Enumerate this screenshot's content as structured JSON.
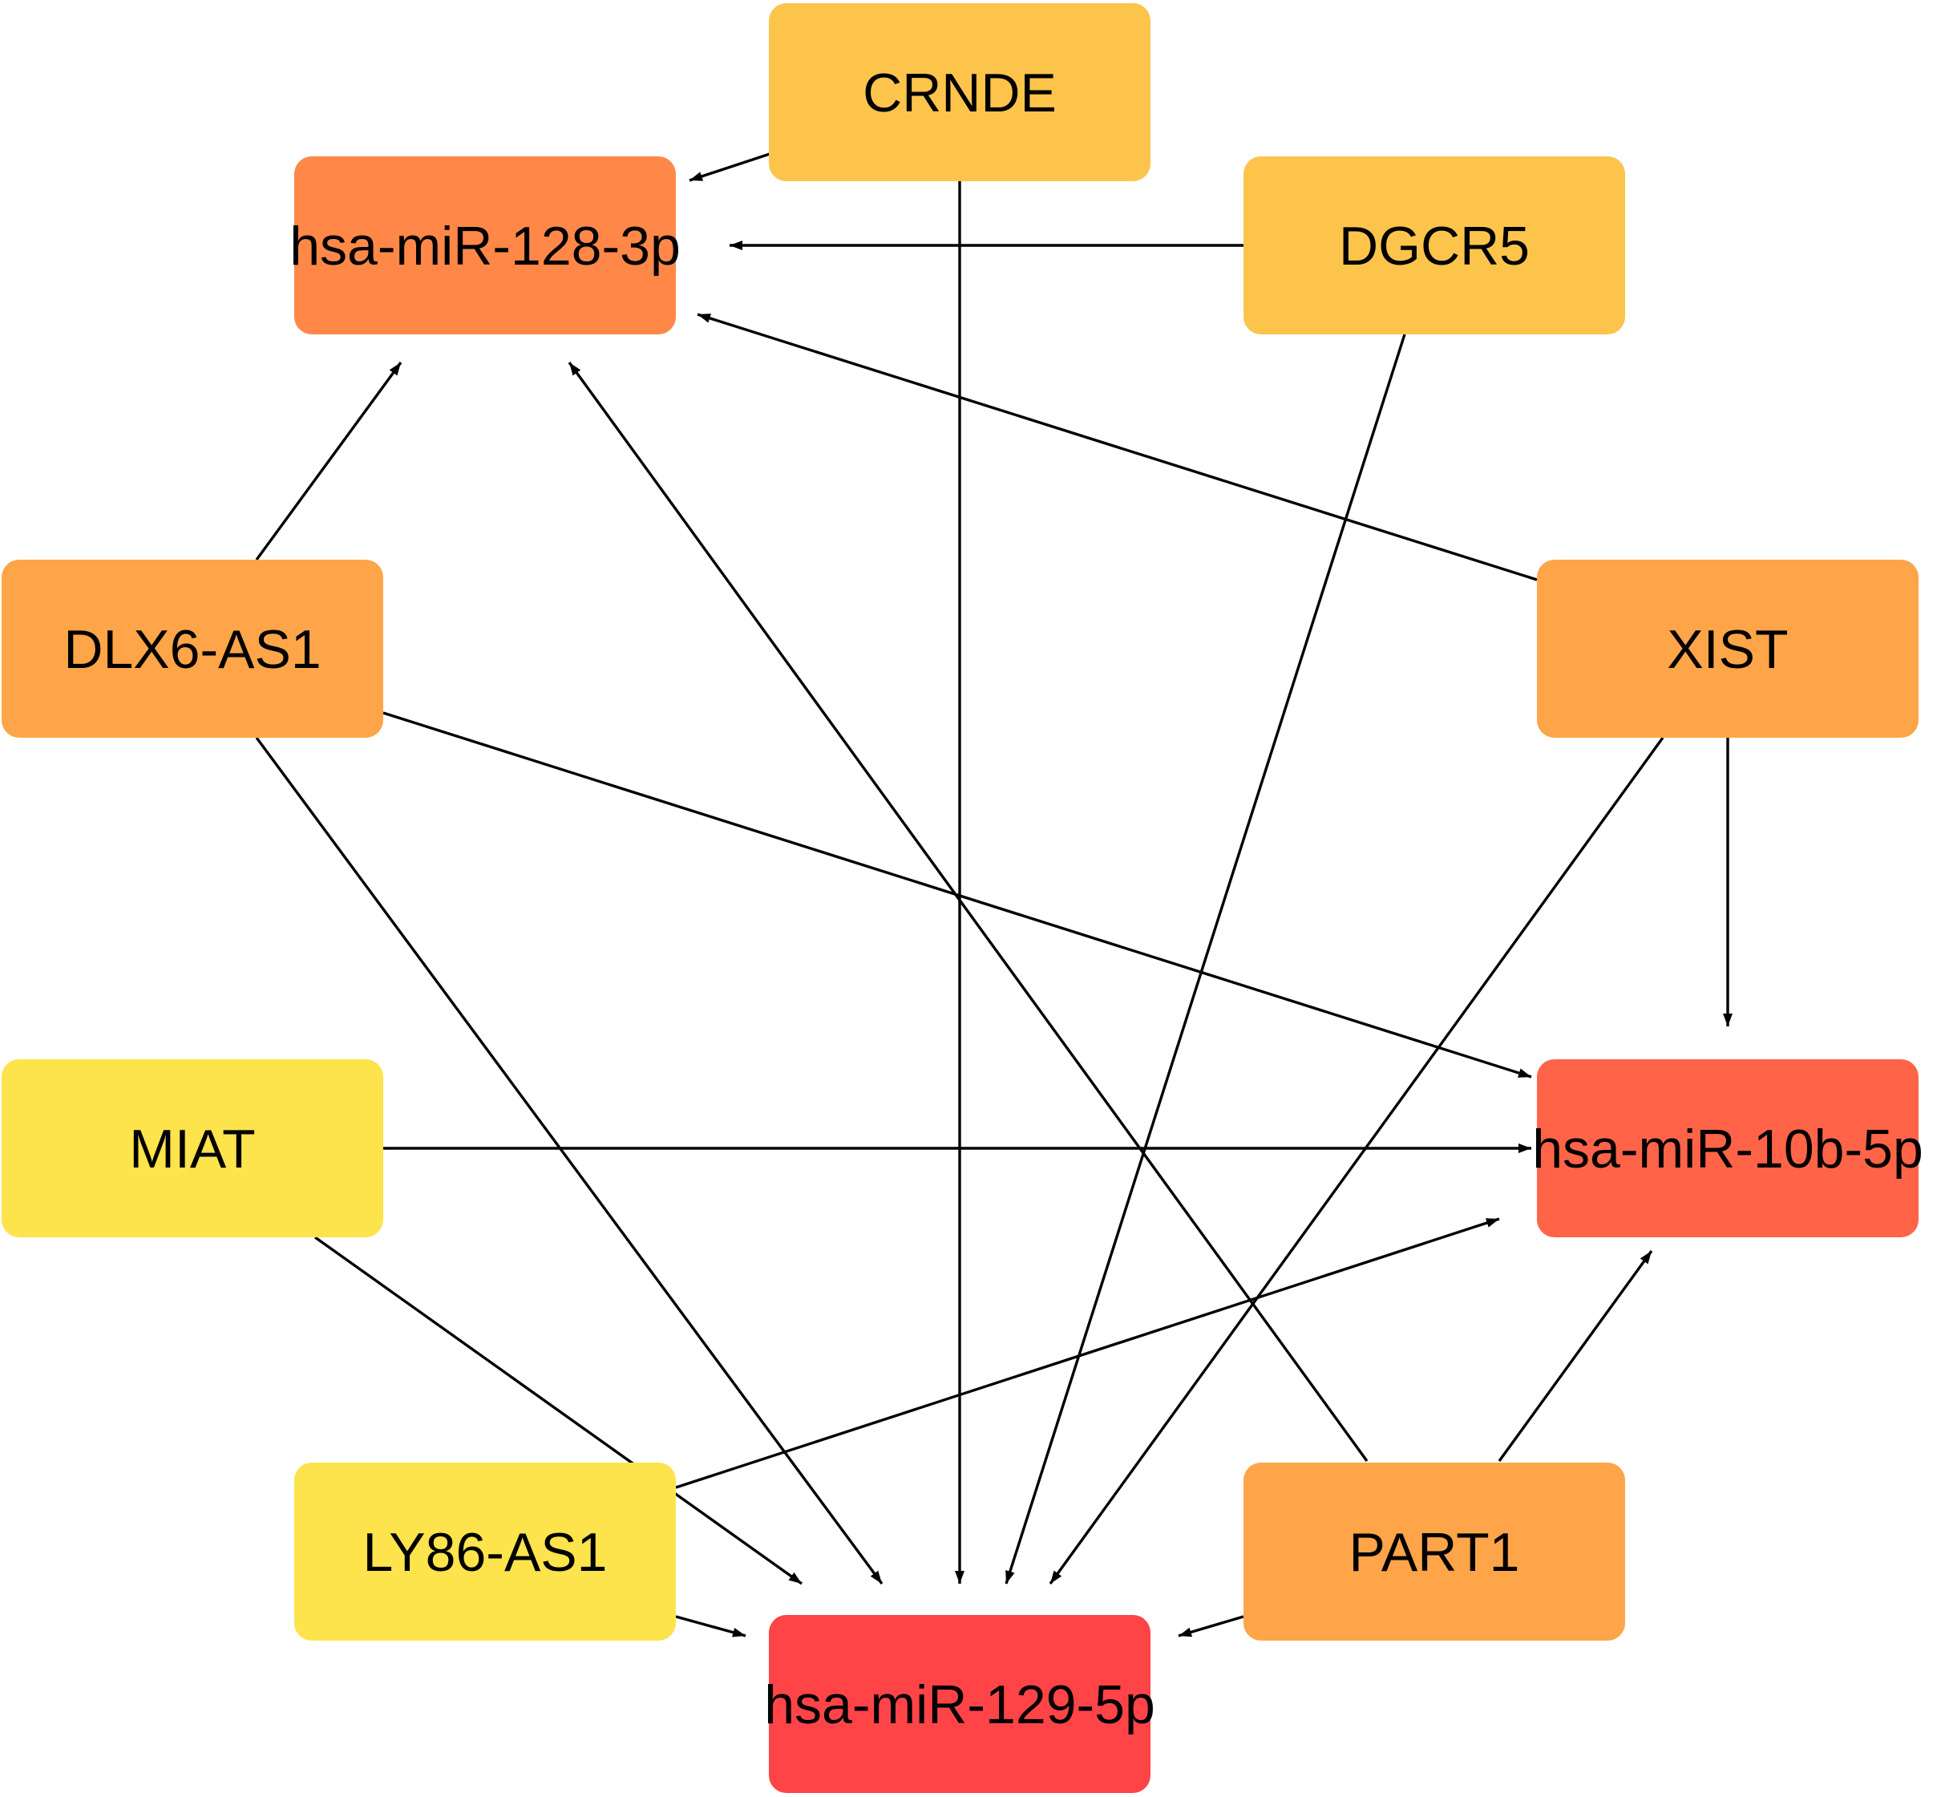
{
  "diagram": {
    "nodes": [
      {
        "id": "mir128",
        "label": "hsa-miR-128-3p",
        "color": "#FF8848"
      },
      {
        "id": "crnde",
        "label": "CRNDE",
        "color": "#FDC44C"
      },
      {
        "id": "dgcr5",
        "label": "DGCR5",
        "color": "#FDC44C"
      },
      {
        "id": "dlx6",
        "label": "DLX6-AS1",
        "color": "#FDA548"
      },
      {
        "id": "xist",
        "label": "XIST",
        "color": "#FDA548"
      },
      {
        "id": "miat",
        "label": "MIAT",
        "color": "#FDE34C"
      },
      {
        "id": "mir10b",
        "label": "hsa-miR-10b-5p",
        "color": "#FF6448"
      },
      {
        "id": "ly86",
        "label": "LY86-AS1",
        "color": "#FDE34C"
      },
      {
        "id": "part1",
        "label": "PART1",
        "color": "#FDA548"
      },
      {
        "id": "mir129",
        "label": "hsa-miR-129-5p",
        "color": "#FF4448"
      }
    ],
    "edges": [
      {
        "from": "crnde",
        "to": "mir128"
      },
      {
        "from": "dgcr5",
        "to": "mir128"
      },
      {
        "from": "xist",
        "to": "mir128"
      },
      {
        "from": "dlx6",
        "to": "mir128"
      },
      {
        "from": "part1",
        "to": "mir128"
      },
      {
        "from": "crnde",
        "to": "mir129"
      },
      {
        "from": "dgcr5",
        "to": "mir129"
      },
      {
        "from": "xist",
        "to": "mir129"
      },
      {
        "from": "dlx6",
        "to": "mir129"
      },
      {
        "from": "miat",
        "to": "mir129"
      },
      {
        "from": "ly86",
        "to": "mir129"
      },
      {
        "from": "part1",
        "to": "mir129"
      },
      {
        "from": "xist",
        "to": "mir10b"
      },
      {
        "from": "dlx6",
        "to": "mir10b"
      },
      {
        "from": "miat",
        "to": "mir10b"
      },
      {
        "from": "ly86",
        "to": "mir10b"
      },
      {
        "from": "part1",
        "to": "mir10b"
      }
    ]
  }
}
